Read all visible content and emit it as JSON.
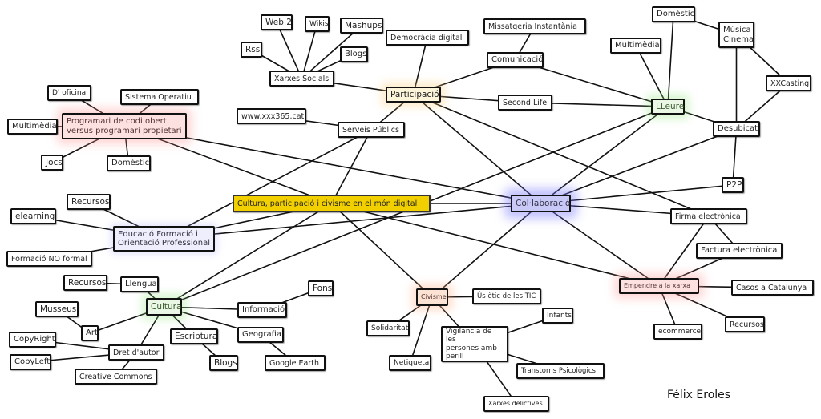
{
  "title": "Cultura, participació i civisme en el món digital",
  "author": "Félix Eroles",
  "colors": {
    "center": "#f2d000",
    "line": "#111111"
  },
  "nodes": [
    {
      "id": "center",
      "label": "Cultura, participació i civisme en el món digital",
      "style": "center"
    },
    {
      "id": "participacio",
      "label": "Participació",
      "style": "orange"
    },
    {
      "id": "xarxes",
      "label": "Xarxes Socials"
    },
    {
      "id": "rss",
      "label": "Rss"
    },
    {
      "id": "web2",
      "label": "Web.2"
    },
    {
      "id": "wikis",
      "label": "Wikis"
    },
    {
      "id": "mashups",
      "label": "Mashups"
    },
    {
      "id": "blogs1",
      "label": "Blogs"
    },
    {
      "id": "democracia",
      "label": "Democràcia digital"
    },
    {
      "id": "missatgeria",
      "label": "Missatgeria Instantània"
    },
    {
      "id": "comunicacio",
      "label": "Comunicació"
    },
    {
      "id": "secondlife",
      "label": "Second Life"
    },
    {
      "id": "lleure",
      "label": "LLeure",
      "style": "green"
    },
    {
      "id": "multimedia2",
      "label": "Multimèdia"
    },
    {
      "id": "domestic2",
      "label": "Domèstic"
    },
    {
      "id": "musica",
      "label": "Música\nCinema"
    },
    {
      "id": "xxcasting",
      "label": "XXCasting"
    },
    {
      "id": "desubicat",
      "label": "Desubicat"
    },
    {
      "id": "p2p",
      "label": "P2P"
    },
    {
      "id": "collaboracio",
      "label": "Col·laboració",
      "style": "blue"
    },
    {
      "id": "firma",
      "label": "Firma electrònica"
    },
    {
      "id": "factura",
      "label": "Factura electrònica"
    },
    {
      "id": "empendre",
      "label": "Empendre a la xarxa",
      "style": "pink"
    },
    {
      "id": "casos",
      "label": "Casos a Catalunya"
    },
    {
      "id": "ecommerce",
      "label": "ecommerce"
    },
    {
      "id": "recursos3",
      "label": "Recursos"
    },
    {
      "id": "civisme",
      "label": "Civisme",
      "style": "peach"
    },
    {
      "id": "usetic",
      "label": "Ús ètic de les TIC"
    },
    {
      "id": "solidaritat",
      "label": "Solidaritat"
    },
    {
      "id": "netiqueta",
      "label": "Netiqueta"
    },
    {
      "id": "vigilancia",
      "label": "Vigilància de les\npersones amb\nperill"
    },
    {
      "id": "infants",
      "label": "Infants"
    },
    {
      "id": "transtorns",
      "label": "Transtorns Psicològics"
    },
    {
      "id": "xarxesdel",
      "label": "Xarxes delictives"
    },
    {
      "id": "serveis",
      "label": "Serveis Públics"
    },
    {
      "id": "www",
      "label": "www.xxx365.cat"
    },
    {
      "id": "programari",
      "label": "Programari de codi obert\nversus programari propietari",
      "style": "pink"
    },
    {
      "id": "doficina",
      "label": "D' oficina"
    },
    {
      "id": "sistema",
      "label": "Sistema Operatiu"
    },
    {
      "id": "multimedia1",
      "label": "Multimèdia"
    },
    {
      "id": "jocs",
      "label": "Jocs"
    },
    {
      "id": "domestic1",
      "label": "Domèstic"
    },
    {
      "id": "educacio",
      "label": "Educació Formació i\nOrientació Professional",
      "style": "lavender"
    },
    {
      "id": "recursos1",
      "label": "Recursos"
    },
    {
      "id": "elearning",
      "label": "elearning"
    },
    {
      "id": "formacio",
      "label": "Formació NO formal"
    },
    {
      "id": "cultura",
      "label": "Cultura",
      "style": "green"
    },
    {
      "id": "llengua",
      "label": "Llengua"
    },
    {
      "id": "recursos2",
      "label": "Recursos"
    },
    {
      "id": "musseus",
      "label": "Musseus"
    },
    {
      "id": "art",
      "label": "Art"
    },
    {
      "id": "dret",
      "label": "Dret d'autor"
    },
    {
      "id": "copyright",
      "label": "CopyRight"
    },
    {
      "id": "copyleft",
      "label": "CopyLeft"
    },
    {
      "id": "creative",
      "label": "Creative Commons"
    },
    {
      "id": "escriptura",
      "label": "Escriptura"
    },
    {
      "id": "blogs2",
      "label": "Blogs"
    },
    {
      "id": "informacio",
      "label": "Informació"
    },
    {
      "id": "fons",
      "label": "Fons"
    },
    {
      "id": "geografia",
      "label": "Geografia"
    },
    {
      "id": "google",
      "label": "Google Earth"
    }
  ],
  "edges": [
    [
      "participacio",
      "xarxes"
    ],
    [
      "xarxes",
      "rss"
    ],
    [
      "xarxes",
      "web2"
    ],
    [
      "xarxes",
      "wikis"
    ],
    [
      "xarxes",
      "mashups"
    ],
    [
      "xarxes",
      "blogs1"
    ],
    [
      "participacio",
      "democracia"
    ],
    [
      "participacio",
      "comunicacio"
    ],
    [
      "comunicacio",
      "missatgeria"
    ],
    [
      "comunicacio",
      "lleure"
    ],
    [
      "participacio",
      "secondlife"
    ],
    [
      "secondlife",
      "lleure"
    ],
    [
      "participacio",
      "serveis"
    ],
    [
      "participacio",
      "collaboracio"
    ],
    [
      "participacio",
      "firma"
    ],
    [
      "lleure",
      "multimedia2"
    ],
    [
      "lleure",
      "domestic2"
    ],
    [
      "lleure",
      "desubicat"
    ],
    [
      "domestic2",
      "musica"
    ],
    [
      "musica",
      "desubicat"
    ],
    [
      "musica",
      "xxcasting"
    ],
    [
      "xxcasting",
      "desubicat"
    ],
    [
      "desubicat",
      "p2p"
    ],
    [
      "collaboracio",
      "desubicat"
    ],
    [
      "collaboracio",
      "p2p"
    ],
    [
      "collaboracio",
      "lleure"
    ],
    [
      "collaboracio",
      "firma"
    ],
    [
      "collaboracio",
      "empendre"
    ],
    [
      "collaboracio",
      "civisme"
    ],
    [
      "center",
      "collaboracio"
    ],
    [
      "firma",
      "factura"
    ],
    [
      "firma",
      "empendre"
    ],
    [
      "factura",
      "empendre"
    ],
    [
      "empendre",
      "casos"
    ],
    [
      "empendre",
      "ecommerce"
    ],
    [
      "empendre",
      "recursos3"
    ],
    [
      "center",
      "empendre"
    ],
    [
      "center",
      "civisme"
    ],
    [
      "civisme",
      "usetic"
    ],
    [
      "civisme",
      "solidaritat"
    ],
    [
      "civisme",
      "netiqueta"
    ],
    [
      "civisme",
      "vigilancia"
    ],
    [
      "vigilancia",
      "infants"
    ],
    [
      "vigilancia",
      "transtorns"
    ],
    [
      "vigilancia",
      "xarxesdel"
    ],
    [
      "serveis",
      "www"
    ],
    [
      "serveis",
      "center"
    ],
    [
      "serveis",
      "educacio"
    ],
    [
      "programari",
      "doficina"
    ],
    [
      "programari",
      "sistema"
    ],
    [
      "programari",
      "multimedia1"
    ],
    [
      "programari",
      "jocs"
    ],
    [
      "programari",
      "domestic1"
    ],
    [
      "programari",
      "center"
    ],
    [
      "programari",
      "collaboracio"
    ],
    [
      "educacio",
      "recursos1"
    ],
    [
      "educacio",
      "elearning"
    ],
    [
      "educacio",
      "formacio"
    ],
    [
      "educacio",
      "center"
    ],
    [
      "educacio",
      "collaboracio"
    ],
    [
      "cultura",
      "center"
    ],
    [
      "cultura",
      "lleure"
    ],
    [
      "cultura",
      "llengua"
    ],
    [
      "llengua",
      "recursos2"
    ],
    [
      "cultura",
      "art"
    ],
    [
      "art",
      "musseus"
    ],
    [
      "cultura",
      "dret"
    ],
    [
      "dret",
      "copyright"
    ],
    [
      "dret",
      "copyleft"
    ],
    [
      "dret",
      "creative"
    ],
    [
      "cultura",
      "escriptura"
    ],
    [
      "escriptura",
      "blogs2"
    ],
    [
      "cultura",
      "informacio"
    ],
    [
      "informacio",
      "fons"
    ],
    [
      "cultura",
      "geografia"
    ],
    [
      "geografia",
      "google"
    ]
  ]
}
